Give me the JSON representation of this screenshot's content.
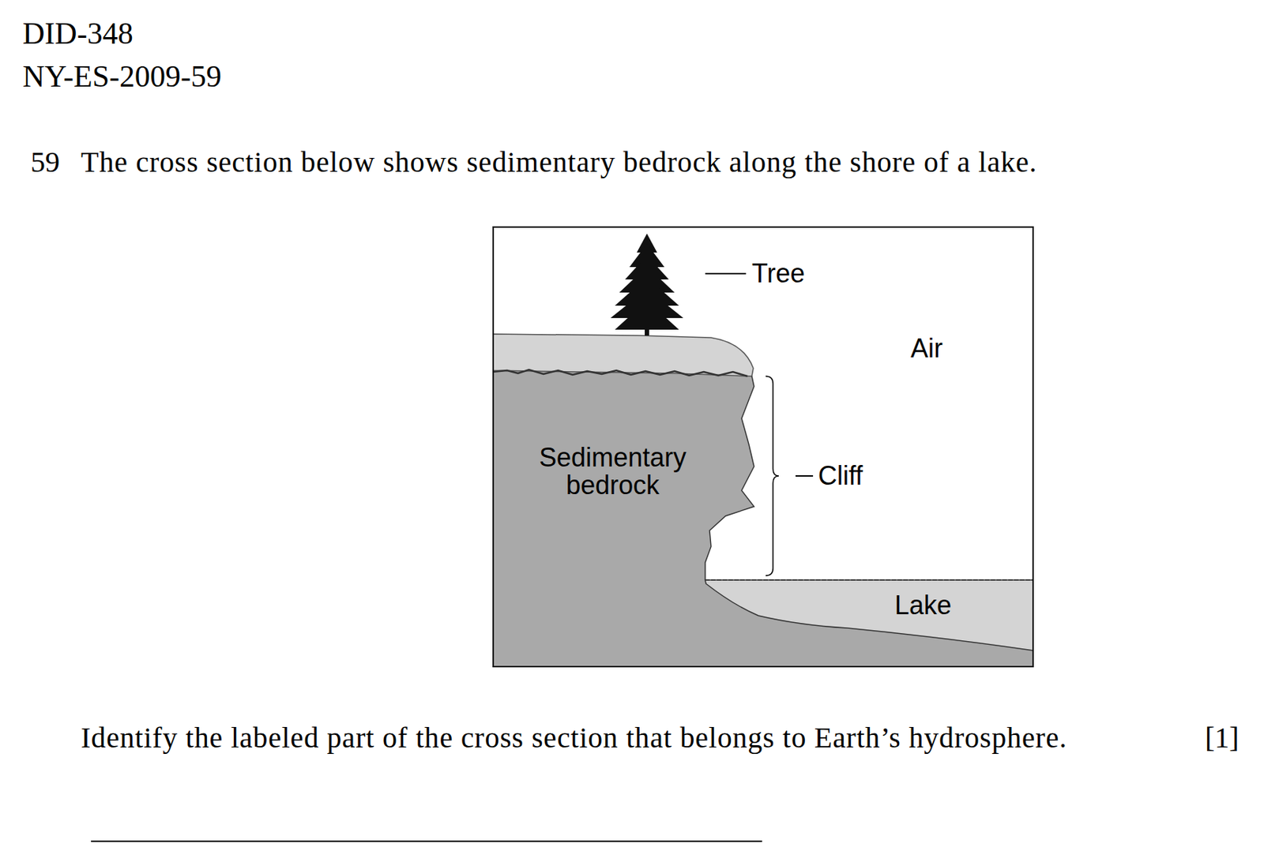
{
  "diagram": {
    "nodes": [
      {
        "text": [
          "Sedimentary bedrock"
        ]
      },
      {
        "text": [
          "Lake"
        ]
      }
    ],
    "labels": [
      "DID-348",
      "NY-ES-2009-59",
      "59",
      "The cross section below shows sedimentary bedrock along the shore of a lake.",
      "Tree",
      "Air",
      "Cliff",
      "Identify the labeled part of the cross section that belongs to Earth’s hydrosphere.",
      "[1]"
    ]
  }
}
